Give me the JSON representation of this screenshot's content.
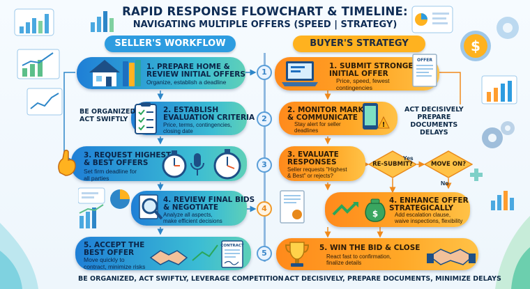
{
  "title": "RAPID RESPONSE FLOWCHART & TIMELINE:",
  "subtitle": "NAVIGATING MULTIPLE OFFERS (SPEED | STRATEGY)",
  "seller": {
    "header": "SELLER'S WORKFLOW",
    "steps": [
      {
        "title": "1. PREPARE HOME &\nREVIEW INITIAL OFFERS",
        "desc": "Organize, establish a deadline"
      },
      {
        "title": "2. ESTABLISH\nEVALUATION CRITERIA",
        "desc": "Price, terms, contingencies,\nclosing date"
      },
      {
        "title": "3. REQUEST HIGHEST\n& BEST OFFERS",
        "desc": "Set firm deadline for\nall parties"
      },
      {
        "title": "4. REVIEW FINAL BIDS\n& NEGOTIATE",
        "desc": "Analyze all aspects,\nmake efficient decisions"
      },
      {
        "title": "5. ACCEPT THE\nBEST OFFER",
        "desc": "Move quickly to\ncontract, minimize risks"
      }
    ],
    "side_label": "BE ORGANIZED\nACT SWIFTLY"
  },
  "buyer": {
    "header": "BUYER'S STRATEGY",
    "steps": [
      {
        "title": "1. SUBMIT STRONGEST\nINITIAL OFFER",
        "desc": "Price, speed, fewest\ncontingencies"
      },
      {
        "title": "2. MONITOR MARKET\n& COMMUNICATE",
        "desc": "Stay alert for seller\ndeadlines"
      },
      {
        "title": "3. EVALUATE\nRESPONSES",
        "desc": "Seller requests \"Highest\n& Best\" or rejects?"
      },
      {
        "title": "4. ENHANCE OFFER\nSTRATEGICALLY",
        "desc": "Add escalation clause,\nwaive inspections, flexibility"
      },
      {
        "title": "5. WIN THE BID & CLOSE",
        "desc": "React fast to confirmation,\nfinalize details"
      }
    ],
    "side_label": "ACT DECISIVELY\nPREPARE\nDOCUMENTS\nDELAYS",
    "decisions": {
      "resubmit": "RE-SUBMIT?",
      "move_on": "MOVE ON?",
      "yes": "Yes",
      "no": "No"
    }
  },
  "timeline_numbers": [
    "1",
    "2",
    "3",
    "4",
    "5"
  ],
  "footer": {
    "left": "BE ORGANIZED,  ACT SWIFTLY,  LEVERAGE COMPETITION",
    "right": "ACT DECISIVELY,  PREPARE DOCUMENTS,  MINIMIZE DELAYS"
  },
  "icons": {
    "offer_doc": "OFFER",
    "contract_doc": "CONTRACT"
  },
  "colors": {
    "seller_blue": "#2d9ce0",
    "buyer_orange": "#ffb21f",
    "navy": "#0e2c55"
  }
}
